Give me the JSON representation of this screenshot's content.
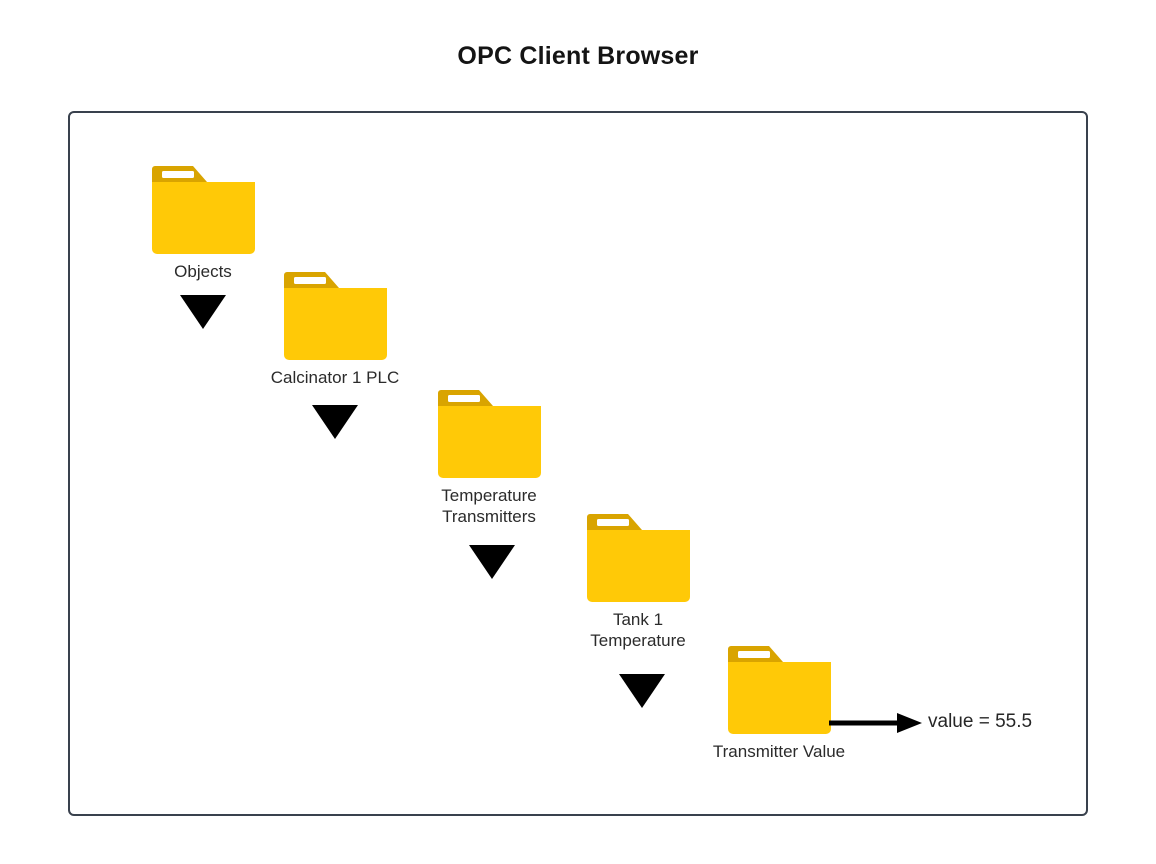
{
  "page": {
    "title": "OPC Client Browser",
    "background_color": "#ffffff",
    "frame_border_color": "#39414d"
  },
  "icons": {
    "folder": "folder-icon",
    "arrow_down": "arrow-down-icon",
    "value_arrow": "arrow-right-icon"
  },
  "colors": {
    "folder_body": "#FFC907",
    "folder_tab": "#D9A400",
    "folder_tab_stripe": "#FFFFFF",
    "arrow": "#000000",
    "label_text": "#2b2b2b"
  },
  "tree": {
    "nodes": [
      {
        "id": "objects",
        "label": "Objects",
        "type": "folder"
      },
      {
        "id": "calcinator-1-plc",
        "label": "Calcinator 1 PLC",
        "type": "folder"
      },
      {
        "id": "temperature-transmitters",
        "label": "Temperature\nTransmitters",
        "type": "folder"
      },
      {
        "id": "tank-1-temperature",
        "label": "Tank 1\nTemperature",
        "type": "folder"
      },
      {
        "id": "transmitter-value",
        "label": "Transmitter Value",
        "type": "folder"
      }
    ],
    "connectors": [
      {
        "from": "objects",
        "to": "calcinator-1-plc",
        "shape": "down-triangle"
      },
      {
        "from": "calcinator-1-plc",
        "to": "temperature-transmitters",
        "shape": "down-triangle"
      },
      {
        "from": "temperature-transmitters",
        "to": "tank-1-temperature",
        "shape": "down-triangle"
      },
      {
        "from": "tank-1-temperature",
        "to": "transmitter-value",
        "shape": "down-triangle"
      }
    ]
  },
  "value_readout": {
    "text": "value = 55.5",
    "variable": "value",
    "operator": "=",
    "number": "55.5",
    "source_node": "transmitter-value"
  }
}
